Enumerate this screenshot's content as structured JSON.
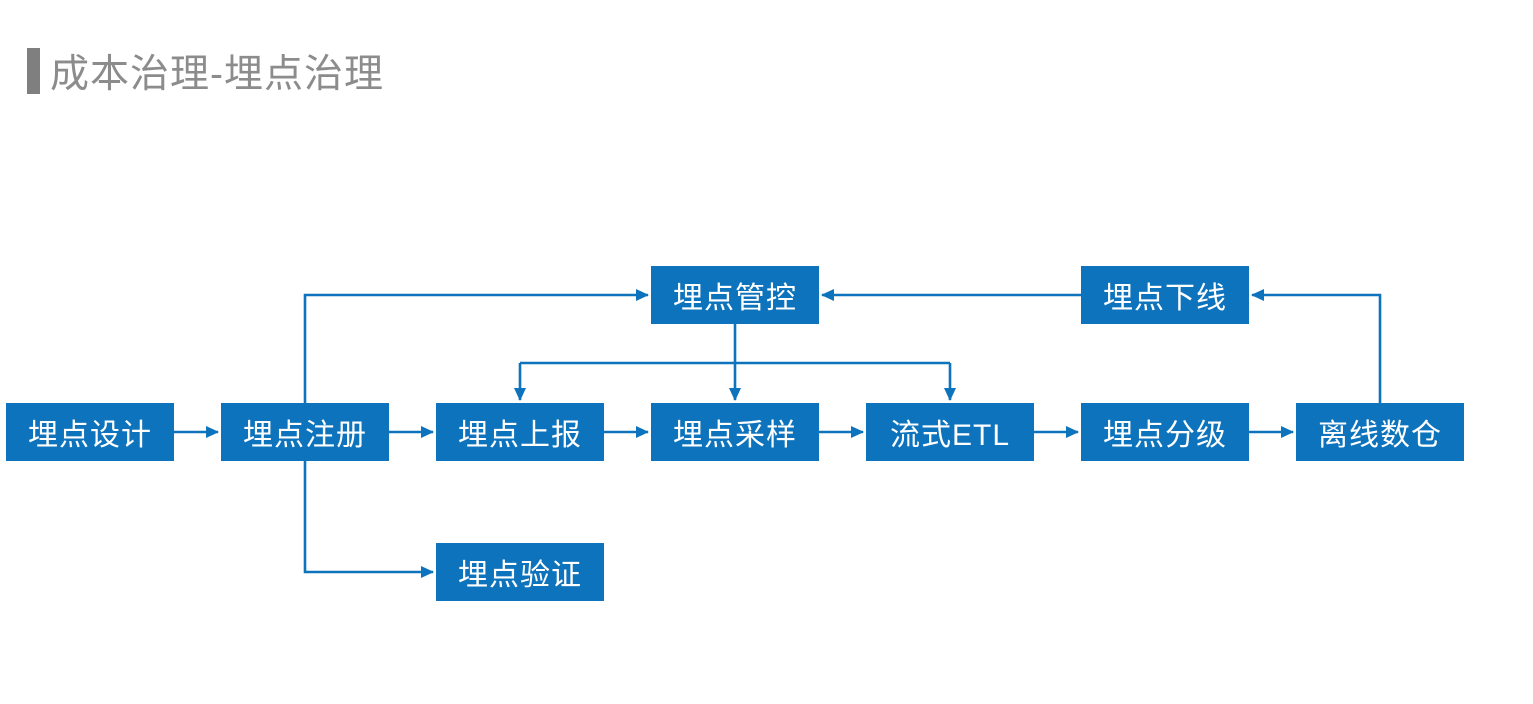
{
  "title": {
    "text": "成本治理-埋点治理"
  },
  "colors": {
    "node_fill": "#0d73bc",
    "node_text": "#ffffff",
    "connector": "#0d73bc",
    "title_text": "#8c8c8c",
    "title_bar": "#7f7f7f",
    "background": "#ffffff"
  },
  "diagram": {
    "nodes": {
      "design": {
        "label": "埋点设计"
      },
      "register": {
        "label": "埋点注册"
      },
      "report": {
        "label": "埋点上报"
      },
      "sampling": {
        "label": "埋点采样"
      },
      "streaming_etl": {
        "label": "流式ETL"
      },
      "grading": {
        "label": "埋点分级"
      },
      "offline_warehouse": {
        "label": "离线数仓"
      },
      "control": {
        "label": "埋点管控"
      },
      "offline": {
        "label": "埋点下线"
      },
      "verification": {
        "label": "埋点验证"
      }
    },
    "edges": [
      {
        "from": "design",
        "to": "register"
      },
      {
        "from": "register",
        "to": "report"
      },
      {
        "from": "report",
        "to": "sampling"
      },
      {
        "from": "sampling",
        "to": "streaming_etl"
      },
      {
        "from": "streaming_etl",
        "to": "grading"
      },
      {
        "from": "grading",
        "to": "offline_warehouse"
      },
      {
        "from": "register",
        "to": "control"
      },
      {
        "from": "offline",
        "to": "control"
      },
      {
        "from": "offline_warehouse",
        "to": "offline"
      },
      {
        "from": "control",
        "to": "report"
      },
      {
        "from": "control",
        "to": "sampling"
      },
      {
        "from": "control",
        "to": "streaming_etl"
      },
      {
        "from": "register",
        "to": "verification"
      }
    ]
  }
}
